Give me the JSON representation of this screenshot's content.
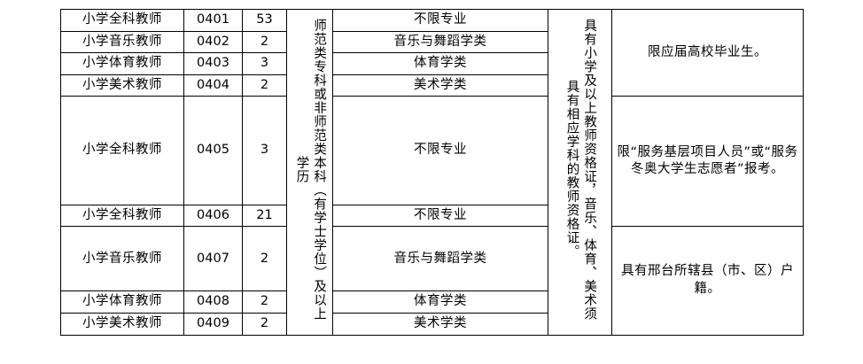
{
  "table": {
    "columns": [
      "post_name",
      "post_code",
      "count",
      "education",
      "major",
      "certificate",
      "other_requirements"
    ],
    "rows": [
      {
        "post": "小学全科教师",
        "code": "0401",
        "count": "53",
        "major": "不限专业"
      },
      {
        "post": "小学音乐教师",
        "code": "0402",
        "count": "2",
        "major": "音乐与舞蹈学类"
      },
      {
        "post": "小学体育教师",
        "code": "0403",
        "count": "3",
        "major": "体育学类"
      },
      {
        "post": "小学美术教师",
        "code": "0404",
        "count": "2",
        "major": "美术学类"
      },
      {
        "post": "小学全科教师",
        "code": "0405",
        "count": "3",
        "major": "不限专业"
      },
      {
        "post": "小学全科教师",
        "code": "0406",
        "count": "21",
        "major": "不限专业"
      },
      {
        "post": "小学音乐教师",
        "code": "0407",
        "count": "2",
        "major": "音乐与舞蹈学类"
      },
      {
        "post": "小学体育教师",
        "code": "0408",
        "count": "2",
        "major": "体育学类"
      },
      {
        "post": "小学美术教师",
        "code": "0409",
        "count": "2",
        "major": "美术学类"
      }
    ],
    "education_cell": "师范类专科或非师范类本科（有学士学位）及以上学历",
    "certificate_cell": "具有小学及以上教师资格证，音乐、体育、美术须具有相应学科的教师资格证。",
    "other_cells": [
      "限应届高校毕业生。",
      "限“服务基层项目人员”或“服务冬奥大学生志愿者”报考。",
      "具有邢台所辖县（市、区）户籍。"
    ]
  }
}
